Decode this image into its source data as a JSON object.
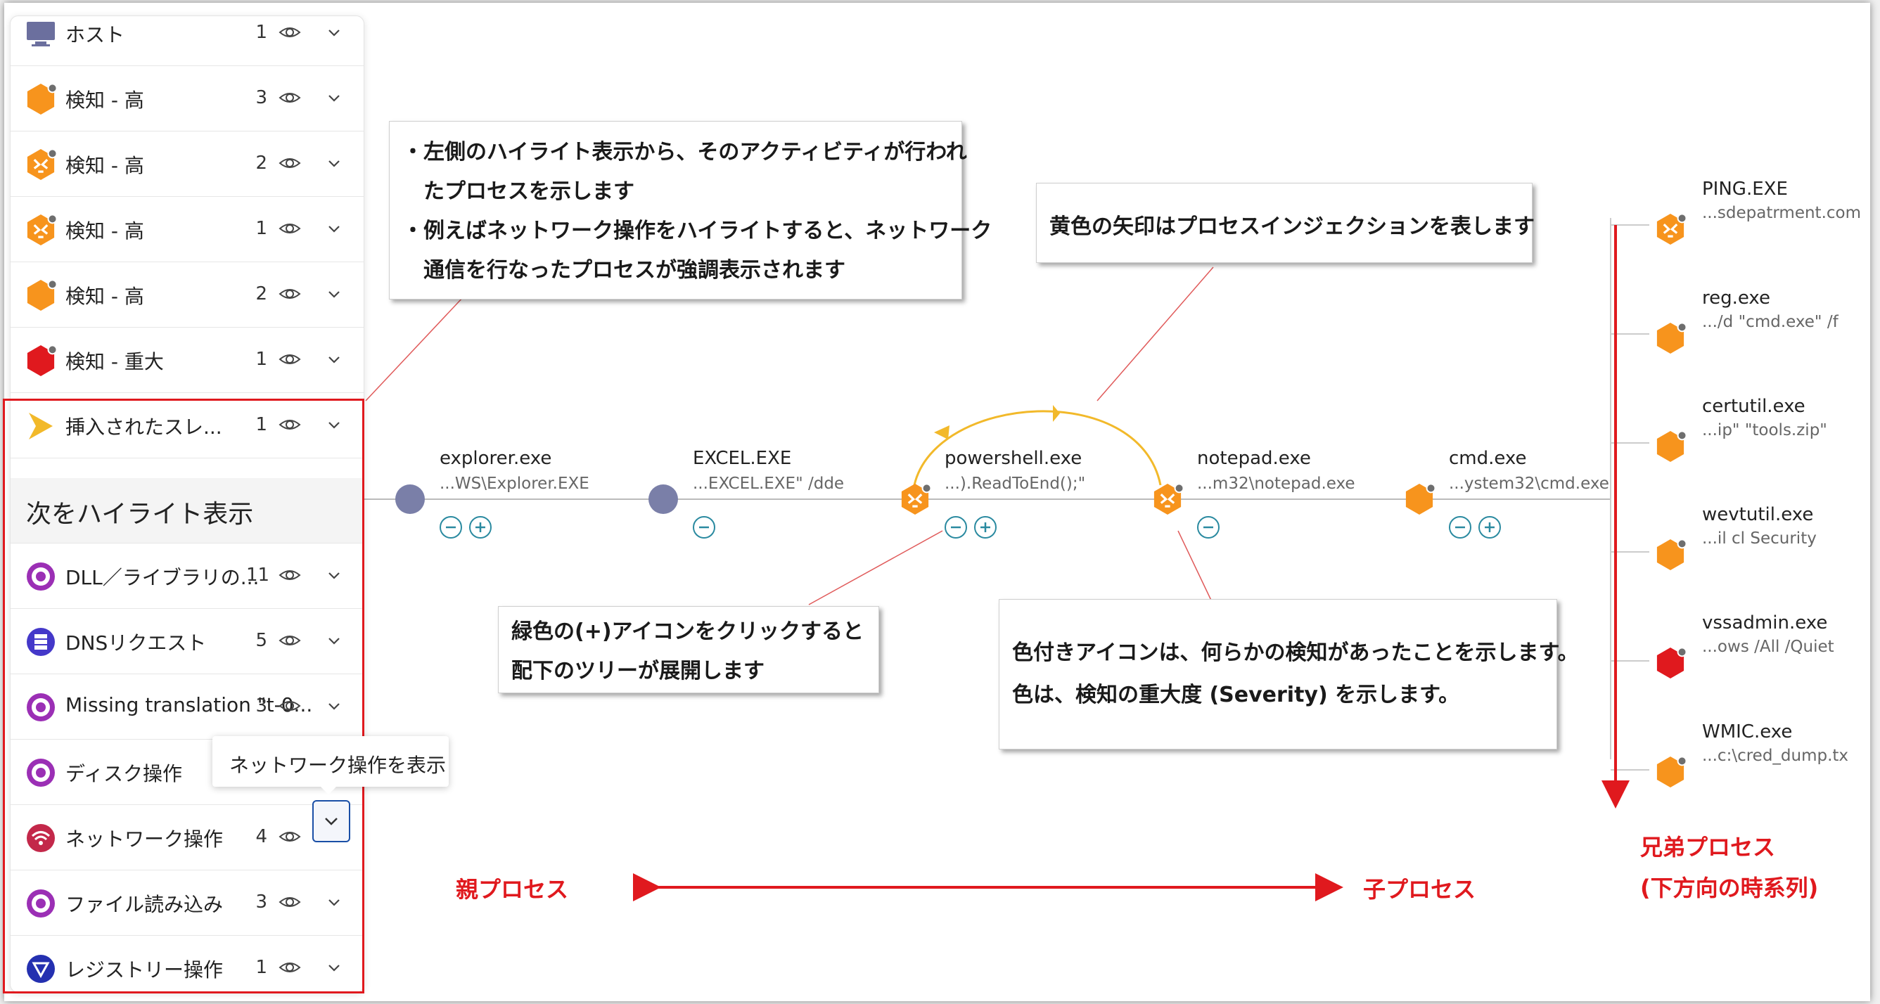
{
  "highlight_panel": {
    "rows": [
      {
        "label": "ホスト",
        "count": "1",
        "icon": "host-monitor-icon"
      },
      {
        "label": "検知 - 高",
        "count": "3",
        "icon": "hexagon-orange-icon"
      },
      {
        "label": "検知 - 高",
        "count": "2",
        "icon": "hexagon-tiger-orange-icon"
      },
      {
        "label": "検知 - 高",
        "count": "1",
        "icon": "hexagon-tiger-orange-icon"
      },
      {
        "label": "検知 - 高",
        "count": "2",
        "icon": "hexagon-orange-icon"
      },
      {
        "label": "検知 - 重大",
        "count": "1",
        "icon": "hexagon-red-icon"
      },
      {
        "label": "挿入されたスレ...",
        "count": "1",
        "icon": "injected-thread-arrow-icon"
      }
    ],
    "highlight_header": "次をハイライト表示",
    "activity_rows": [
      {
        "label": "DLL／ライブラリの...",
        "count": "11",
        "icon": "purple-target-icon"
      },
      {
        "label": "DNSリクエスト",
        "count": "5",
        "icon": "dns-request-icon"
      },
      {
        "label": "Missing translation \"t-0...",
        "count": "3",
        "icon": "purple-target-icon"
      },
      {
        "label": "ディスク操作",
        "count": "",
        "icon": "purple-target-icon"
      },
      {
        "label": "ネットワーク操作",
        "count": "4",
        "icon": "network-wifi-icon"
      },
      {
        "label": "ファイル読み込み",
        "count": "3",
        "icon": "purple-target-icon"
      },
      {
        "label": "レジストリー操作",
        "count": "1",
        "icon": "registry-triangle-icon"
      }
    ],
    "tooltip": "ネットワーク操作を表示"
  },
  "process_tree": {
    "chain": [
      {
        "name": "explorer.exe",
        "cmd": "...WS\\Explorer.EXE",
        "icon": "gray-circle-icon"
      },
      {
        "name": "EXCEL.EXE",
        "cmd": "...EXCEL.EXE\" /dde",
        "icon": "gray-circle-icon"
      },
      {
        "name": "powershell.exe",
        "cmd": "...).ReadToEnd();\"",
        "icon": "hexagon-tiger-orange-icon"
      },
      {
        "name": "notepad.exe",
        "cmd": "...m32\\notepad.exe",
        "icon": "hexagon-tiger-orange-icon"
      },
      {
        "name": "cmd.exe",
        "cmd": "...ystem32\\cmd.exe",
        "icon": "hexagon-orange-icon"
      }
    ],
    "siblings": [
      {
        "name": "PING.EXE",
        "cmd": "...sdepatrment.com",
        "icon": "hexagon-tiger-orange-icon"
      },
      {
        "name": "reg.exe",
        "cmd": ".../d \"cmd.exe\" /f",
        "icon": "hexagon-orange-icon"
      },
      {
        "name": "certutil.exe",
        "cmd": "...ip\" \"tools.zip\"",
        "icon": "hexagon-orange-icon"
      },
      {
        "name": "wevtutil.exe",
        "cmd": "...il  cl Security",
        "icon": "hexagon-orange-icon"
      },
      {
        "name": "vssadmin.exe",
        "cmd": "...ows /All /Quiet",
        "icon": "hexagon-red-icon"
      },
      {
        "name": "WMIC.exe",
        "cmd": "...c:\\cred_dump.tx",
        "icon": "hexagon-orange-icon"
      }
    ]
  },
  "callouts": {
    "highlight_note": [
      "・左側のハイライト表示から、そのアクティビティが行われ",
      "　たプロセスを示します",
      "・例えばネットワーク操作をハイライトすると、ネットワーク",
      "　通信を行なったプロセスが強調表示されます"
    ],
    "injection_note": "黄色の矢印はプロセスインジェクションを表します",
    "expand_note": [
      "緑色の(+)アイコンをクリックすると",
      "配下のツリーが展開します"
    ],
    "severity_note": [
      "色付きアイコンは、何らかの検知があったことを示します。",
      "色は、検知の重大度 (Severity) を示します。"
    ]
  },
  "annotations": {
    "parent": "親プロセス",
    "child": "子プロセス",
    "sibling_line1": "兄弟プロセス",
    "sibling_line2": "(下方向の時系列)"
  },
  "colors": {
    "orange": "#f7941d",
    "red": "#e0191e",
    "gray_node": "#7a7fa8",
    "highlight_border": "#e0191e",
    "injection_arrow": "#f2b92a",
    "teal_ctrl": "#2a8aa0"
  }
}
